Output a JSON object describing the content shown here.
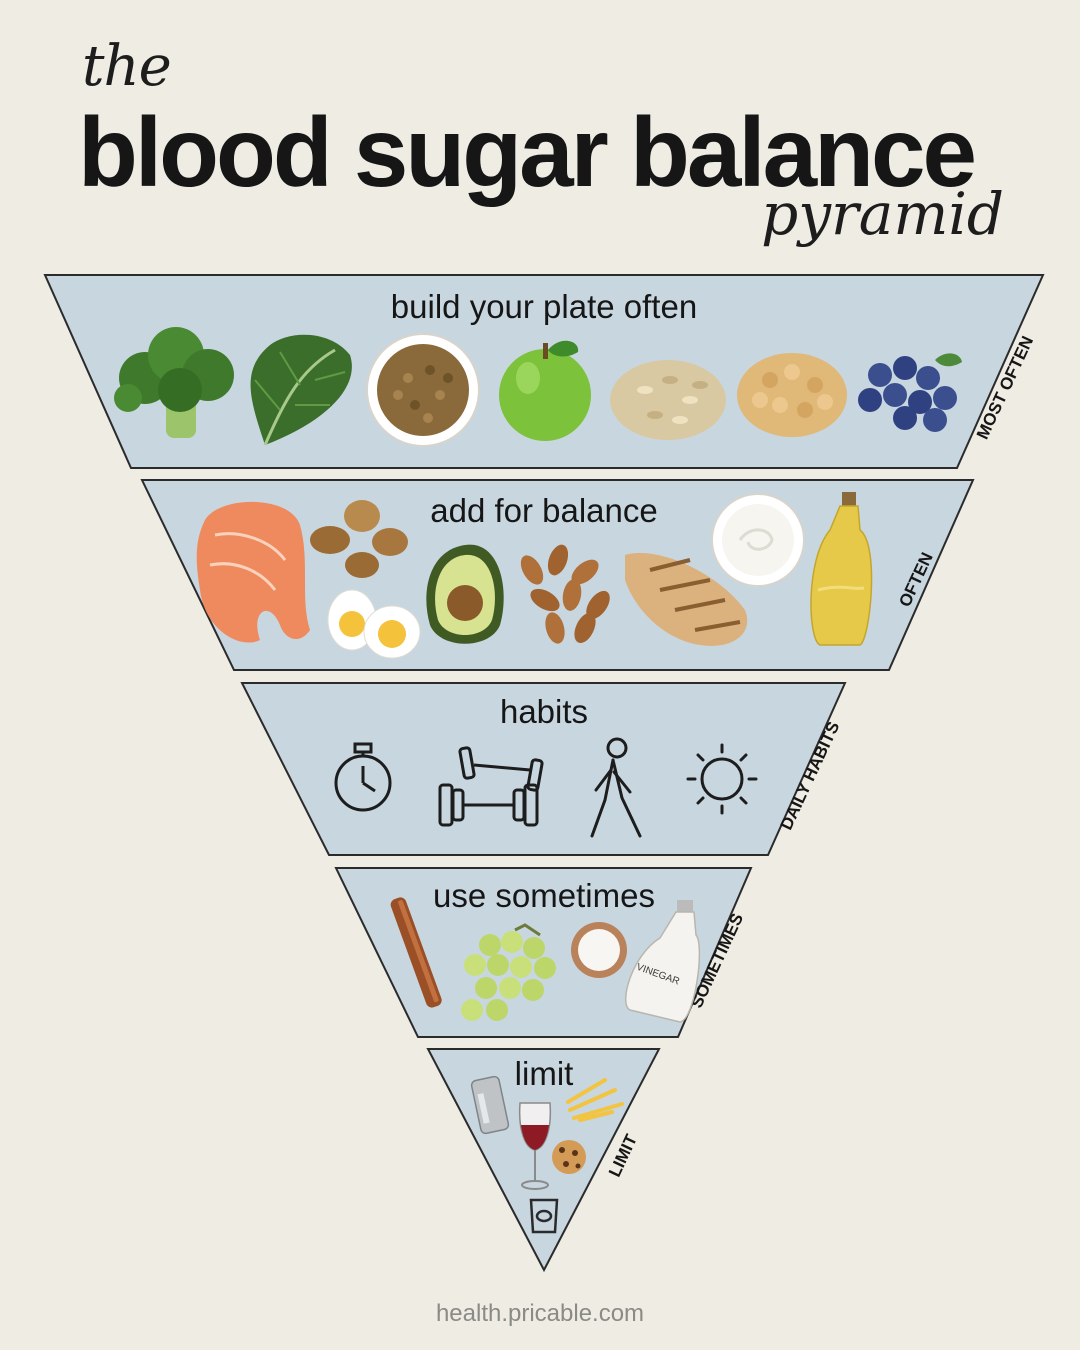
{
  "title": {
    "prefix": "the",
    "main": "blood sugar balance",
    "suffix": "pyramid"
  },
  "tiers": [
    {
      "heading": "build your plate often",
      "frequency": "MOST OFTEN",
      "items": [
        "broccoli-icon",
        "kale-icon",
        "lentils-icon",
        "apple-icon",
        "oats-icon",
        "chickpeas-icon",
        "blueberries-icon"
      ]
    },
    {
      "heading": "add for balance",
      "frequency": "OFTEN",
      "items": [
        "salmon-icon",
        "walnuts-icon",
        "eggs-icon",
        "avocado-icon",
        "almonds-icon",
        "chicken-icon",
        "yogurt-icon",
        "olive-oil-icon"
      ]
    },
    {
      "heading": "habits",
      "frequency": "DAILY HABITS",
      "items": [
        "stopwatch-icon",
        "dumbbells-icon",
        "walking-icon",
        "sun-icon"
      ]
    },
    {
      "heading": "use sometimes",
      "frequency": "SOMETIMES",
      "items": [
        "cinnamon-icon",
        "grapes-icon",
        "salt-icon",
        "vinegar-icon"
      ],
      "vinegar_label": "VINEGAR"
    },
    {
      "heading": "limit",
      "frequency": "LIMIT",
      "items": [
        "soda-can-icon",
        "wine-icon",
        "fries-icon",
        "cookie-icon",
        "chips-bag-icon"
      ]
    }
  ],
  "colors": {
    "background": "#efece4",
    "tier_fill": "#c8d6e0",
    "tier_stroke": "#2b2b2b",
    "text": "#161616"
  },
  "footer": "health.pricable.com"
}
